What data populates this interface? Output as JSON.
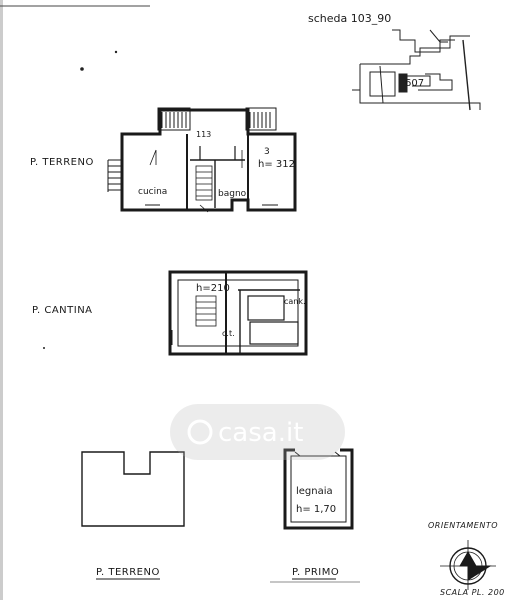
{
  "sheet_ref": "scheda 103_90",
  "parcel_number": "607",
  "levels": {
    "ground": "P. TERRENO",
    "cellar": "P. CANTINA"
  },
  "ground_floor_plan": {
    "stairs_number": "113",
    "rooms": {
      "kitchen": "cucina",
      "bathroom": "bagno",
      "room_height": "h= 312",
      "room_code": "3"
    }
  },
  "cellar_plan": {
    "height": "h=210",
    "tank": "cank.",
    "ct": "c.t."
  },
  "outbuildings": {
    "left_caption": "P. TERRENO",
    "right_caption": "P. PRIMO",
    "woodshed": "legnaia",
    "woodshed_height": "h= 1,70"
  },
  "orientation_label": "ORIENTAMENTO",
  "scale_label": "SCALA PL. 200",
  "watermark": "casa.it"
}
